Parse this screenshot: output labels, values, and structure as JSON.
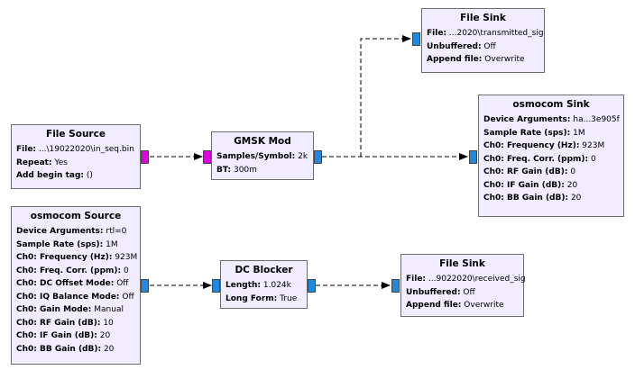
{
  "blocks": {
    "file_source": {
      "title": "File Source",
      "rows": [
        {
          "label": "File:",
          "value": "...\\19022020\\in_seq.bin"
        },
        {
          "label": "Repeat:",
          "value": "Yes"
        },
        {
          "label": "Add begin tag:",
          "value": "()"
        }
      ]
    },
    "gmsk_mod": {
      "title": "GMSK Mod",
      "rows": [
        {
          "label": "Samples/Symbol:",
          "value": "2k"
        },
        {
          "label": "BT:",
          "value": "300m"
        }
      ]
    },
    "file_sink_tx": {
      "title": "File Sink",
      "rows": [
        {
          "label": "File:",
          "value": "...2020\\transmitted_sig"
        },
        {
          "label": "Unbuffered:",
          "value": "Off"
        },
        {
          "label": "Append file:",
          "value": "Overwrite"
        }
      ]
    },
    "osmocom_sink": {
      "title": "osmocom Sink",
      "rows": [
        {
          "label": "Device Arguments:",
          "value": "ha...3e905f"
        },
        {
          "label": "Sample Rate (sps):",
          "value": "1M"
        },
        {
          "label": "Ch0: Frequency (Hz):",
          "value": "923M"
        },
        {
          "label": "Ch0: Freq. Corr. (ppm):",
          "value": "0"
        },
        {
          "label": "Ch0: RF Gain (dB):",
          "value": "0"
        },
        {
          "label": "Ch0: IF Gain (dB):",
          "value": "20"
        },
        {
          "label": "Ch0: BB Gain (dB):",
          "value": "20"
        }
      ]
    },
    "osmocom_source": {
      "title": "osmocom Source",
      "rows": [
        {
          "label": "Device Arguments:",
          "value": "rtl=0"
        },
        {
          "label": "Sample Rate (sps):",
          "value": "1M"
        },
        {
          "label": "Ch0: Frequency (Hz):",
          "value": "923M"
        },
        {
          "label": "Ch0: Freq. Corr. (ppm):",
          "value": "0"
        },
        {
          "label": "Ch0: DC Offset Mode:",
          "value": "Off"
        },
        {
          "label": "Ch0: IQ Balance Mode:",
          "value": "Off"
        },
        {
          "label": "Ch0: Gain Mode:",
          "value": "Manual"
        },
        {
          "label": "Ch0: RF Gain (dB):",
          "value": "10"
        },
        {
          "label": "Ch0: IF Gain (dB):",
          "value": "20"
        },
        {
          "label": "Ch0: BB Gain (dB):",
          "value": "20"
        }
      ]
    },
    "dc_blocker": {
      "title": "DC Blocker",
      "rows": [
        {
          "label": "Length:",
          "value": "1.024k"
        },
        {
          "label": "Long Form:",
          "value": "True"
        }
      ]
    },
    "file_sink_rx": {
      "title": "File Sink",
      "rows": [
        {
          "label": "File:",
          "value": "...9022020\\received_sig"
        },
        {
          "label": "Unbuffered:",
          "value": "Off"
        },
        {
          "label": "Append file:",
          "value": "Overwrite"
        }
      ]
    }
  },
  "colors": {
    "block_fill": "#f1ecff",
    "port_complex": "#1e88e5",
    "port_byte": "#e000e0",
    "wire": "#000000"
  }
}
